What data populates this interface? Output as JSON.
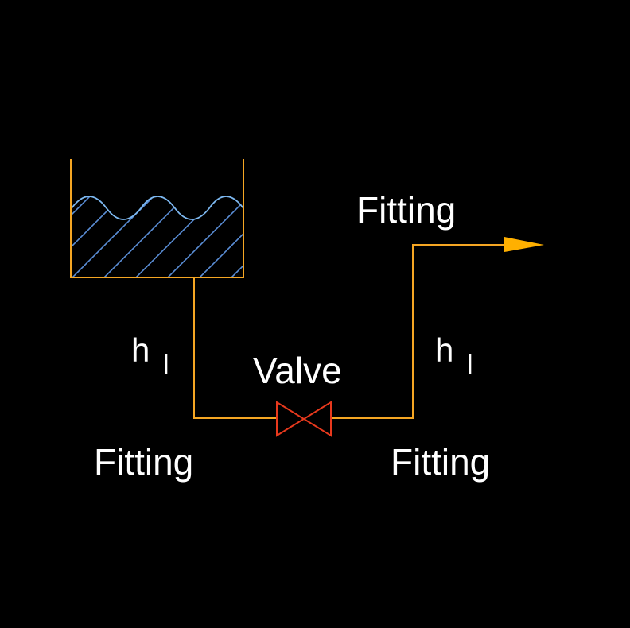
{
  "labels": {
    "fitting_top": "Fitting",
    "fitting_bottom_left": "Fitting",
    "fitting_bottom_right": "Fitting",
    "valve": "Valve",
    "head_loss_left": {
      "main": "h",
      "sub": "l"
    },
    "head_loss_right": {
      "main": "h",
      "sub": "l"
    }
  },
  "colors": {
    "background": "#000000",
    "pipe": "#f5a623",
    "arrow": "#ffb000",
    "valve": "#e8391d",
    "water_outline": "#7db8f0",
    "water_hatch": "#5b8fd8",
    "text": "#ffffff"
  }
}
